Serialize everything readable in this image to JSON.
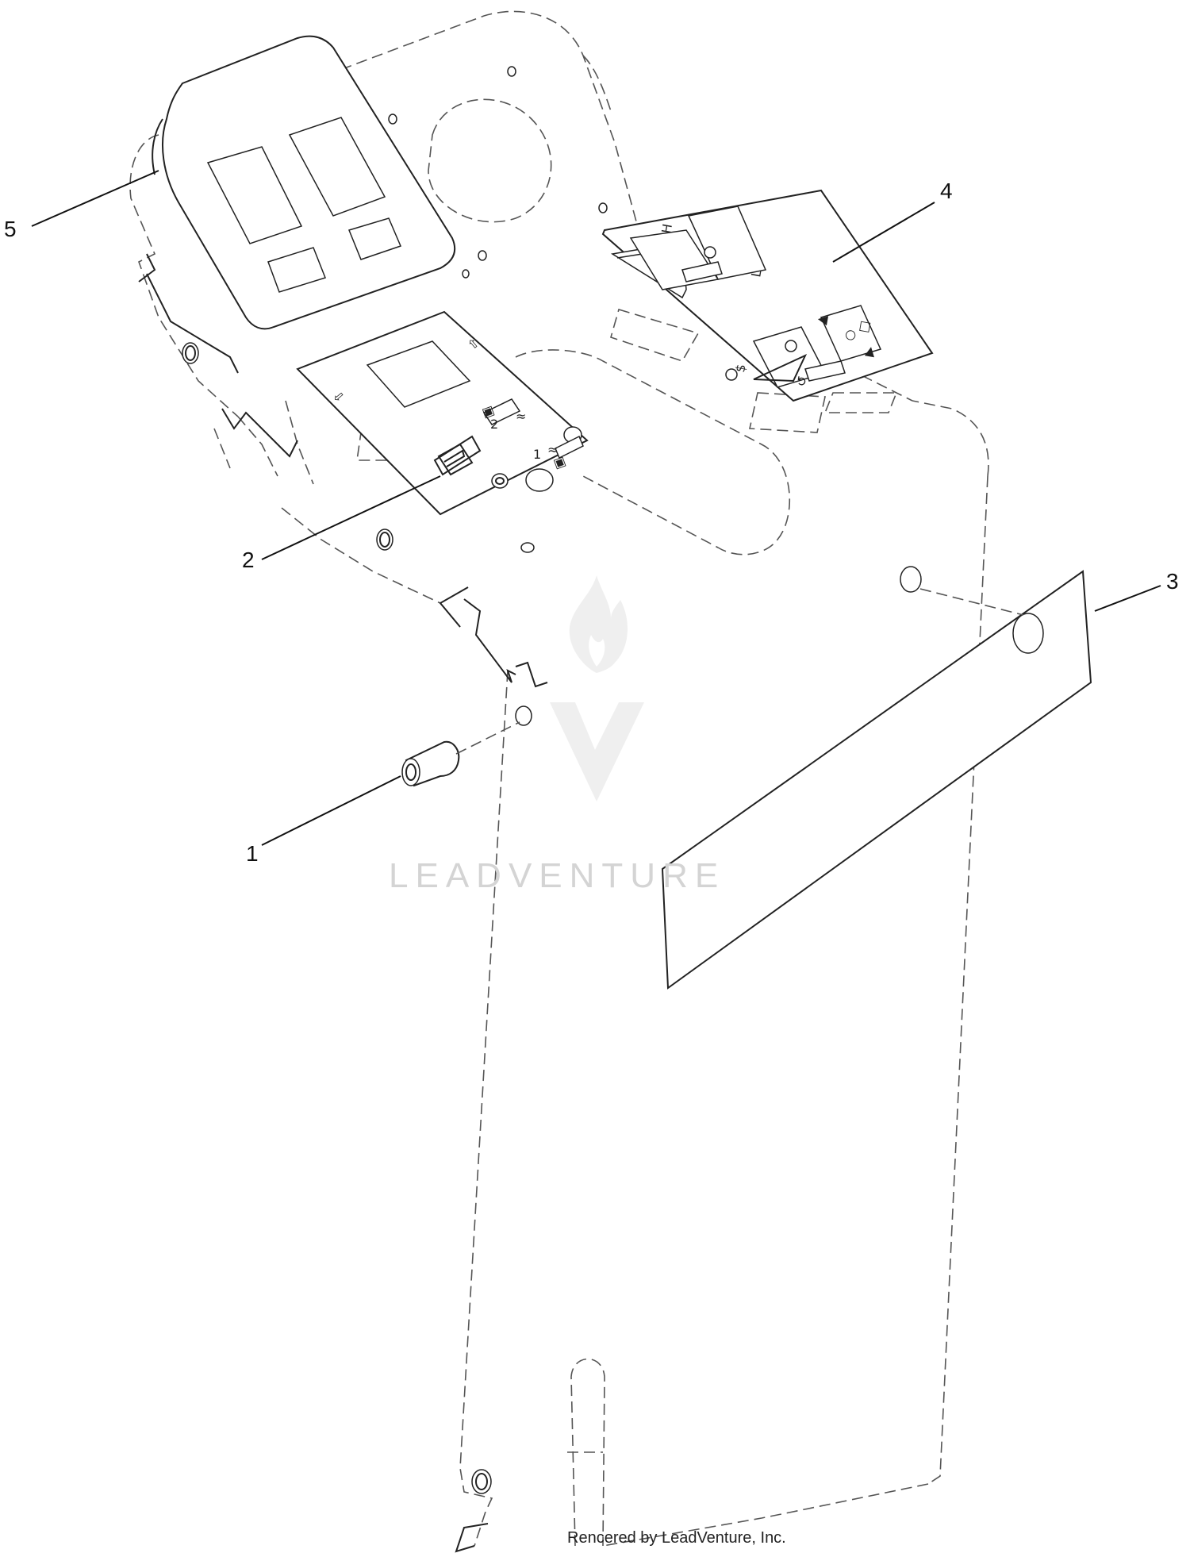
{
  "callouts": [
    {
      "id": "1",
      "label": "1"
    },
    {
      "id": "2",
      "label": "2"
    },
    {
      "id": "3",
      "label": "3"
    },
    {
      "id": "4",
      "label": "4"
    },
    {
      "id": "5",
      "label": "5"
    }
  ],
  "watermark": {
    "text": "LEADVENTURE",
    "icon": "flame-v-logo-icon"
  },
  "credit": "Rencered by LeadVenture, Inc."
}
